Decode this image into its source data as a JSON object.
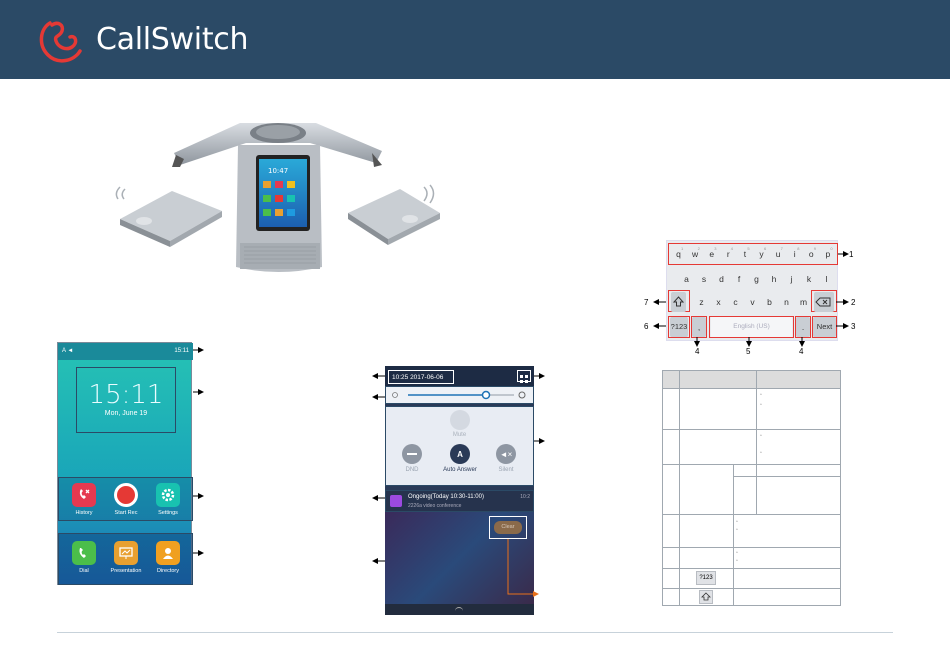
{
  "brand": {
    "name": "CallSwitch",
    "logo_color": "#e53935",
    "header_bg": "#2b4a66"
  },
  "home_screen": {
    "status_time": "15:11",
    "clock": "15:11",
    "date": "Mon, June 19",
    "apps_row1": [
      {
        "label": "History",
        "icon": "history-icon",
        "color": "#e53950"
      },
      {
        "label": "Start Rec",
        "icon": "record-icon",
        "color": "#e53935"
      },
      {
        "label": "Settings",
        "icon": "gear-icon",
        "color": "#18c2b0"
      }
    ],
    "apps_row2": [
      {
        "label": "Dial",
        "icon": "phone-icon",
        "color": "#4bbe4a"
      },
      {
        "label": "Presentation",
        "icon": "presentation-icon",
        "color": "#e8a030"
      },
      {
        "label": "Directory",
        "icon": "contact-icon",
        "color": "#f0a020"
      }
    ]
  },
  "notification_panel": {
    "datetime": "10:25 2017-06-06",
    "mute_label": "Mute",
    "quick_buttons": [
      "DND",
      "Auto Answer",
      "Silent"
    ],
    "notif_title": "Ongoing(Today 10:30-11:00)",
    "notif_sub": "2226a video conference",
    "notif_time": "10:2",
    "clear_label": "Clear"
  },
  "keyboard": {
    "row1": [
      "q",
      "w",
      "e",
      "r",
      "t",
      "y",
      "u",
      "i",
      "o",
      "p"
    ],
    "row1_hints": [
      "1",
      "2",
      "3",
      "4",
      "5",
      "6",
      "7",
      "8",
      "9",
      "0"
    ],
    "row2": [
      "a",
      "s",
      "d",
      "f",
      "g",
      "h",
      "j",
      "k",
      "l"
    ],
    "row3": [
      "z",
      "x",
      "c",
      "v",
      "b",
      "n",
      "m"
    ],
    "num_key": "?123",
    "comma": ",",
    "space": "English (US)",
    "period": ".",
    "next": "Next",
    "callouts": [
      "1",
      "2",
      "3",
      "4",
      "5",
      "4",
      "6",
      "7"
    ]
  },
  "table": {
    "key_123": "?123"
  }
}
